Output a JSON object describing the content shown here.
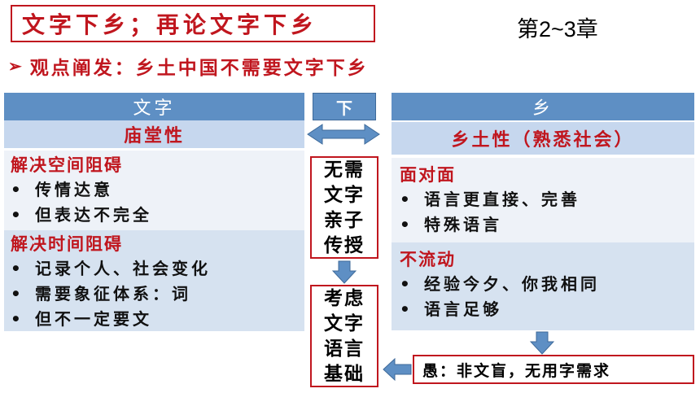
{
  "title": "文字下乡；再论文字下乡",
  "chapter": "第2~3章",
  "subtitle": {
    "bullet": "➢",
    "text": "观点阐发：乡土中国不需要文字下乡"
  },
  "left": {
    "header": "文字",
    "subheader": "庙堂性",
    "sections": [
      {
        "title": "解决空间阻碍",
        "items": [
          "传情达意",
          "但表达不完全"
        ]
      },
      {
        "title": "解决时间阻碍",
        "items": [
          "记录个人、社会变化",
          "需要象征体系：词",
          "但不一定要文"
        ]
      }
    ]
  },
  "middle": {
    "xia": "下",
    "box1": [
      "无需",
      "文字",
      "亲子",
      "传授"
    ],
    "box2": [
      "考虑",
      "文字",
      "语言",
      "基础"
    ]
  },
  "right": {
    "header": "乡",
    "subheader": "乡土性（熟悉社会）",
    "sections": [
      {
        "title": "面对面",
        "items": [
          "语言更直接、完善",
          "特殊语言"
        ]
      },
      {
        "title": "不流动",
        "items": [
          "经验今夕、你我相同",
          "语言足够"
        ]
      }
    ]
  },
  "bottom_note": "愚：非文盲，无用字需求",
  "bullet_symbol": "•",
  "colors": {
    "accent_red": "#c0161e",
    "header_blue": "#5e8fc4",
    "light_blue": "#c6d7ee"
  }
}
